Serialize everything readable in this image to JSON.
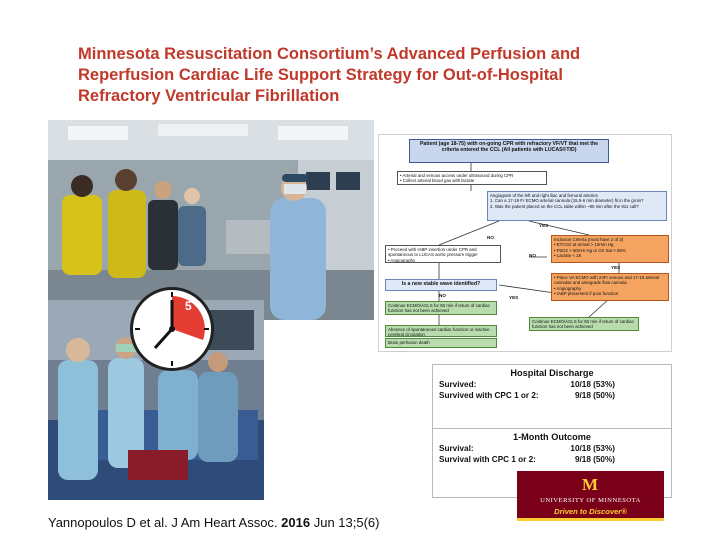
{
  "slide": {
    "title_lines": [
      "Minnesota Resuscitation Consortium’s Advanced Perfusion and",
      "Reperfusion Cardiac Life Support Strategy for Out-of-Hospital",
      "Refractory Ventricular Fibrillation"
    ],
    "citation": {
      "authors": "Yannopoulos D et al. J Am Heart Assoc.",
      "year": "2016",
      "rest": "Jun 13;5(6)"
    }
  },
  "flowchart": {
    "start_box": "Patient (age 18-75) with on-going CPR with refractory VF/VT that met the criteria entered the CCL (All patients with LUCAS®TID)",
    "access_box": "• Arterial and venous access under ultrasound during CPR\n• Collect arterial blood gas with lactate",
    "angio_box": "Angiogram of the left and right iliac and femoral arteries\n1. Can a 17-19 Fr ECMO arterial cannula (15.5-6 mm diameter) fit in the groin?\n2. Was the patient placed on the CCL table within ~90 min after the 911 call?",
    "label_yes_1": "YES",
    "label_no_1": "NO",
    "proceed_box": "• Proceed with IABP insertion under CPR and\n  spontaneous to LUCAS aortic pressure trigger\n• Angiography",
    "no_label_2": "NO",
    "inclusion_box": "Inclusion Criteria (must have 2 of 3)\n• ETCO2 at arrival > 10mm Hg\n• PaO2 > 50mm Hg or O2 Sat > 85%\n• Lactate < 18",
    "label_yes_2": "YES",
    "ecmo_box": "• Place VA ECMO with 24Fr venous and 17-19 arterial cannulas and antegrade flow cannula\n• Angiography\n• IABP placement if poor function",
    "decision_box": "Is a new stable wave identified?",
    "no_label_3": "NO",
    "label_yes_3": "YES",
    "continue_box": "Continue ECMO/ACLS for 60 min if return of cardiac function has not been achieved",
    "continue_right_box": "Continue ECMO/ACLS for 60 min if return of cardiac function has not been achieved",
    "absence_box": "Absence of spontaneous cardiac function or inactive cerebral circulation",
    "death_box": "Brain perfusion death"
  },
  "outcomes": [
    {
      "heading": "Hospital Discharge",
      "rows": [
        {
          "label": "Survived:",
          "value": "10/18 (53%)"
        },
        {
          "label": "Survived with CPC 1 or 2:",
          "value": "9/18 (50%)"
        }
      ]
    },
    {
      "heading": "1-Month Outcome",
      "rows": [
        {
          "label": "Survival:",
          "value": "10/18 (53%)"
        },
        {
          "label": "Survival with CPC 1 or 2:",
          "value": "9/18 (50%)"
        }
      ]
    }
  ],
  "logo": {
    "university": "UNIVERSITY OF MINNESOTA",
    "tagline": "Driven to Discover",
    "tagline_mark": "®",
    "mark": "M"
  },
  "clock": {
    "number": "5"
  },
  "colors": {
    "title": "#c0392b",
    "logo_maroon": "#7a0019",
    "logo_gold": "#ffcc33",
    "flow_blue": "#c9d7ee",
    "flow_orange": "#f4a460",
    "flow_green": "#b8dcae"
  }
}
